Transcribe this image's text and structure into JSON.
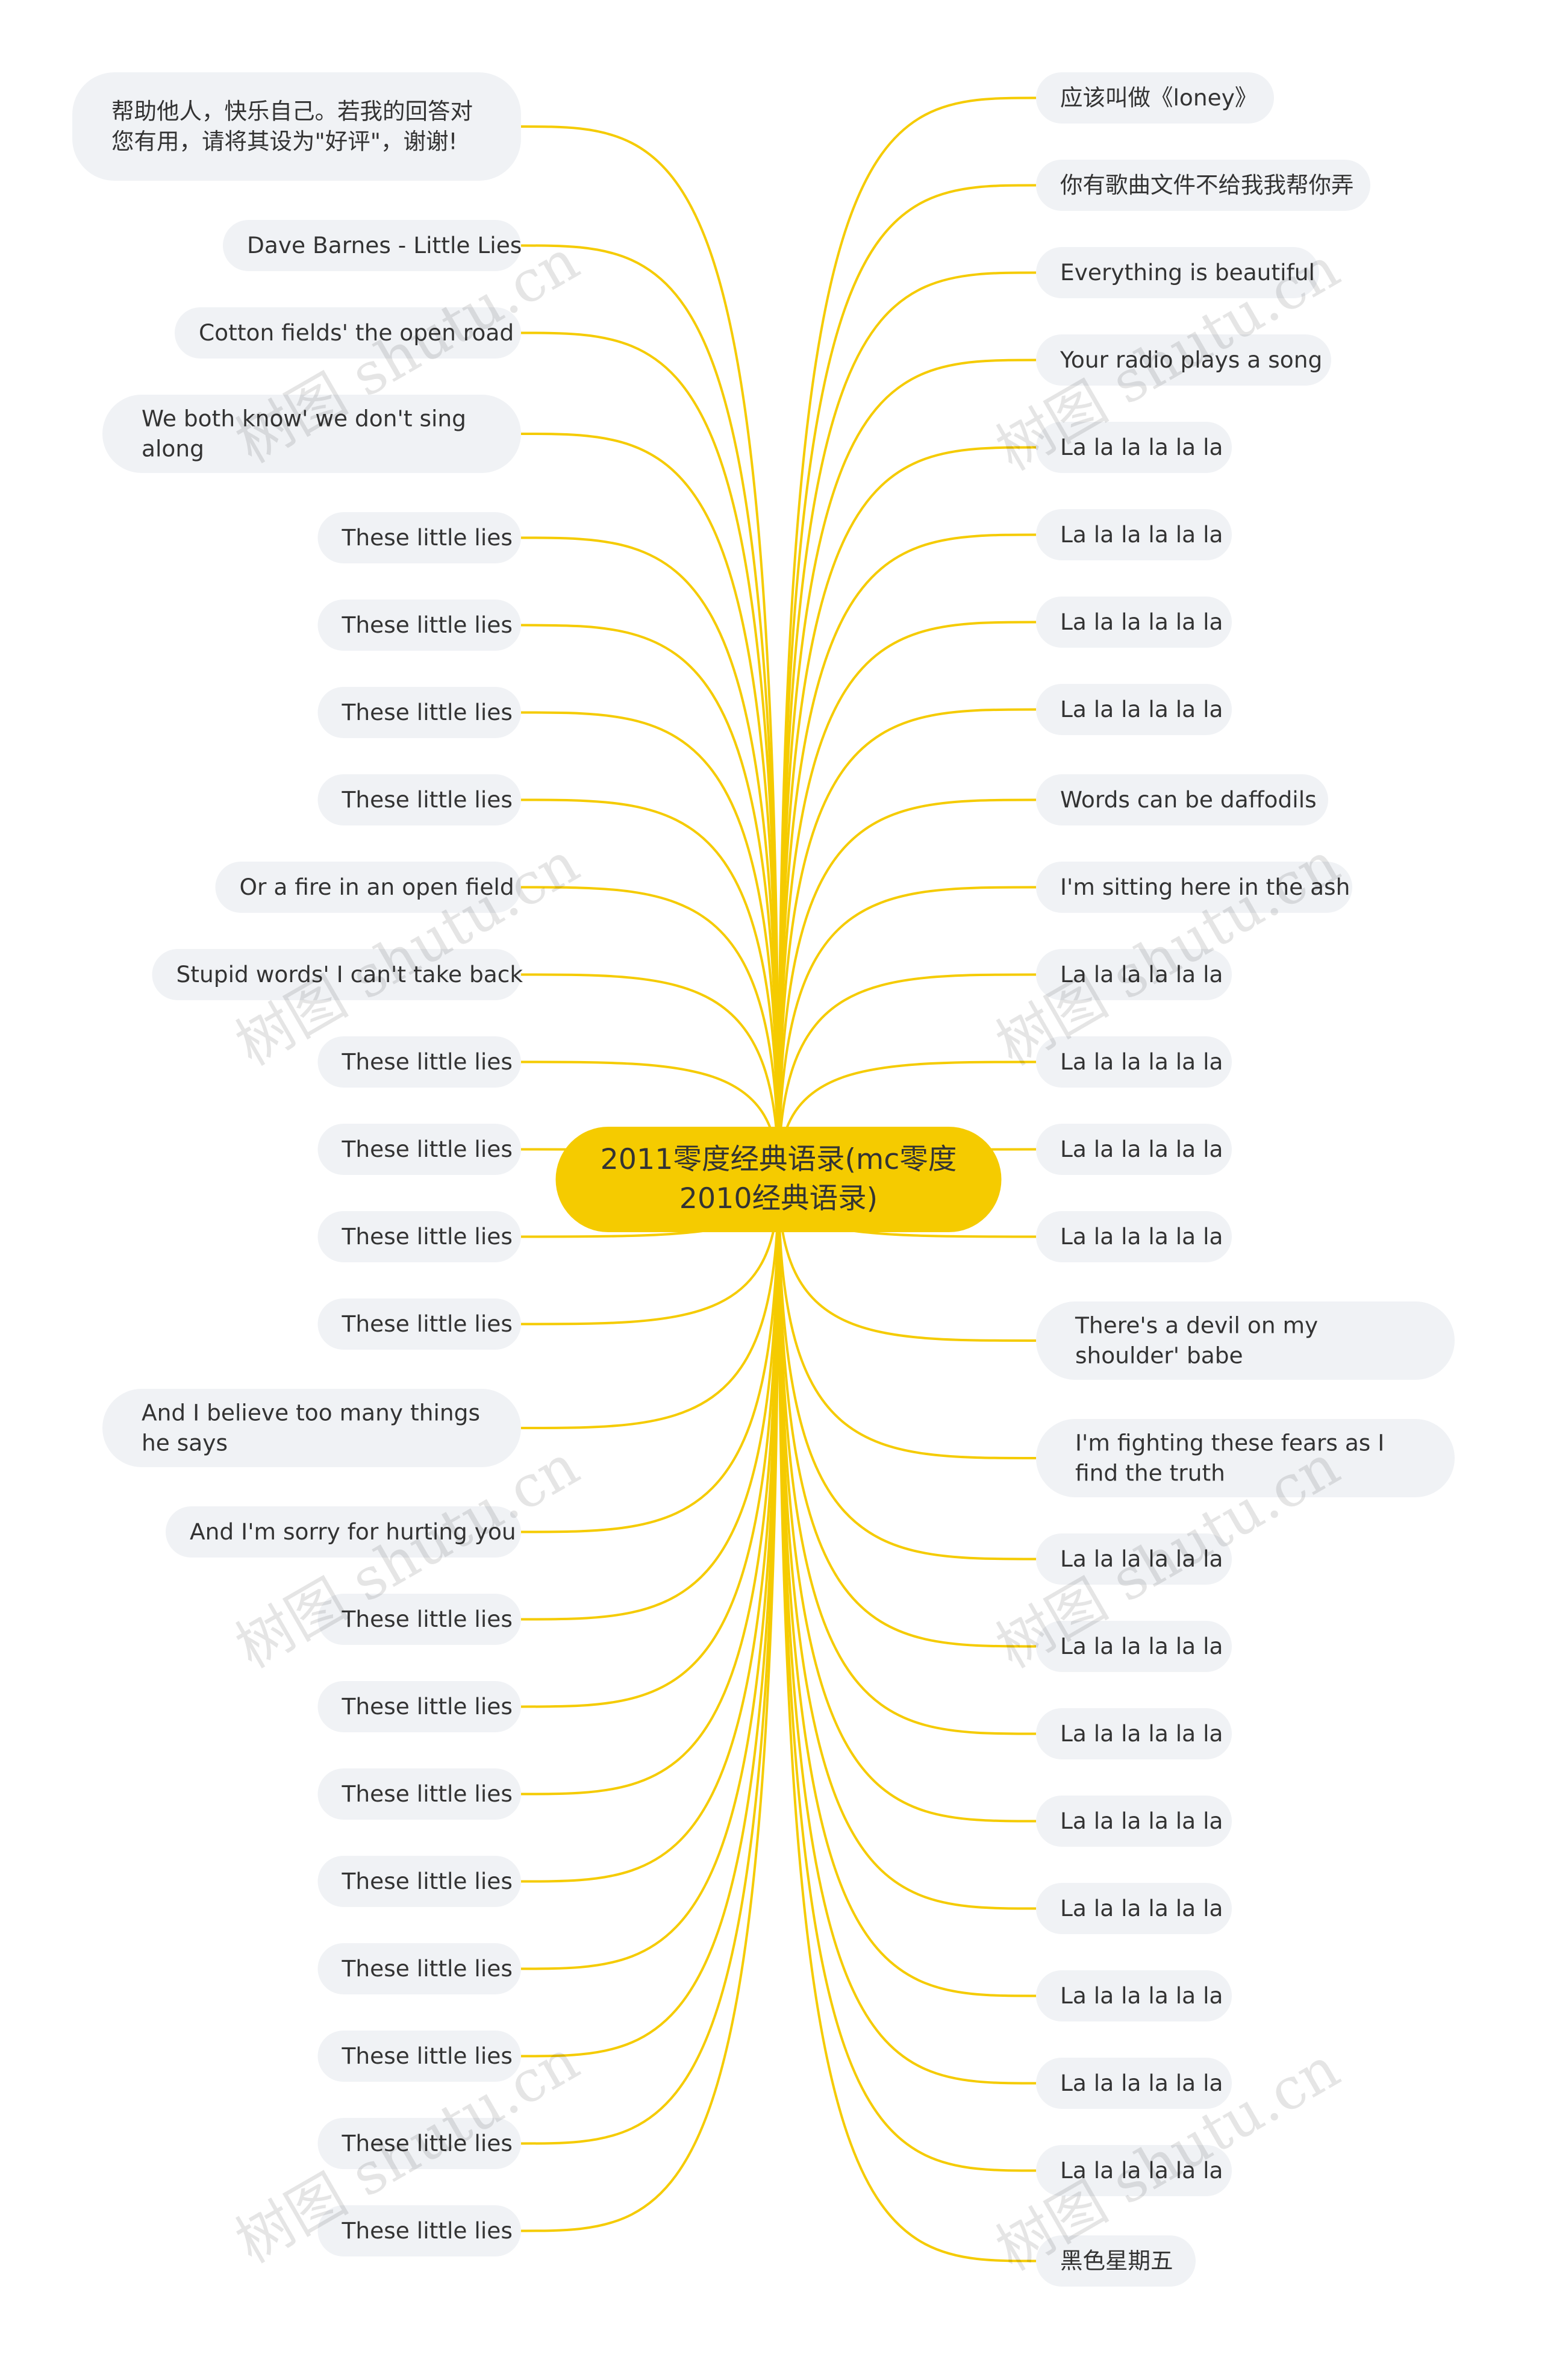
{
  "root": {
    "title": "2011零度经典语录(mc零度2010经典语录)"
  },
  "left_nodes": [
    "帮助他人，快乐自己。若我的回答对您有用，请将其设为\"好评\"，谢谢!",
    "Dave Barnes - Little Lies",
    "Cotton fields' the open road",
    "We both know' we don't sing along",
    "These little lies",
    "These little lies",
    "These little lies",
    "These little lies",
    "Or a fire in an open field",
    "Stupid words' I can't take back",
    "These little lies",
    "These little lies",
    "These little lies",
    "These little lies",
    "And I believe too many things he says",
    "And I'm sorry for hurting you",
    "These little lies",
    "These little lies",
    "These little lies",
    "These little lies",
    "These little lies",
    "These little lies",
    "These little lies",
    "These little lies"
  ],
  "right_nodes": [
    "应该叫做《loney》",
    "你有歌曲文件不给我我帮你弄",
    "Everything is beautiful",
    "Your radio plays a song",
    "La la la la la la",
    "La la la la la la",
    "La la la la la la",
    "La la la la la la",
    "Words can be daffodils",
    "I'm sitting here in the ash",
    "La la la la la la",
    "La la la la la la",
    "La la la la la la",
    "La la la la la la",
    "There's a devil on my shoulder' babe",
    "I'm fighting these fears as I find the truth",
    "La la la la la la",
    "La la la la la la",
    "La la la la la la",
    "La la la la la la",
    "La la la la la la",
    "La la la la la la",
    "La la la la la la",
    "La la la la la la",
    "黑色星期五"
  ],
  "watermark": "树图 shutu.cn",
  "colors": {
    "root": "#f5cb00",
    "link": "#f5cb00",
    "node_bg": "#f0f2f5",
    "text": "#333333"
  }
}
